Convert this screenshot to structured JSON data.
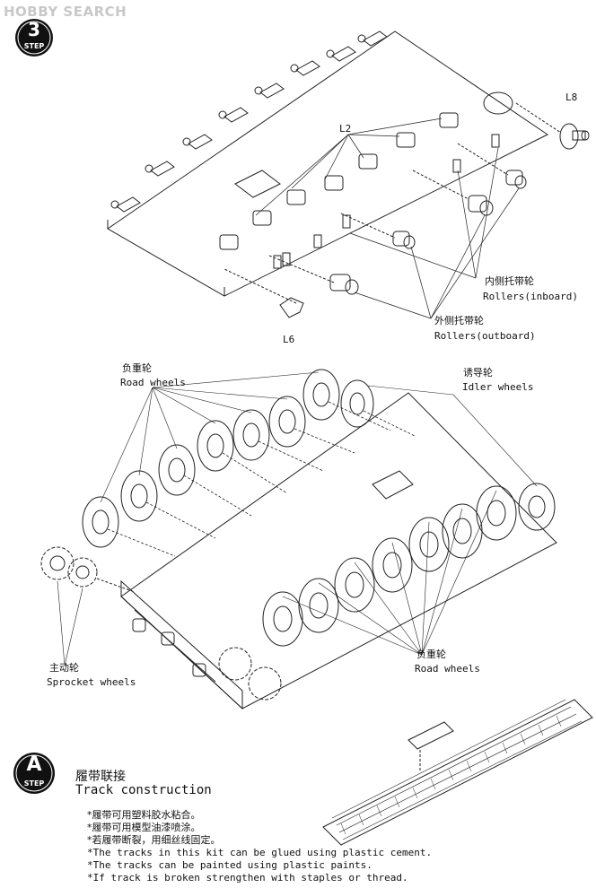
{
  "watermark": "HOBBY SEARCH",
  "step3": {
    "number": "3",
    "caption": "STEP"
  },
  "stepA": {
    "letter": "A",
    "caption": "STEP"
  },
  "parts": {
    "l8": "L8",
    "l2": "L2",
    "l6": "L6"
  },
  "labels": {
    "rollers_inboard_cn": "内侧托带轮",
    "rollers_inboard_en": "Rollers(inboard)",
    "rollers_outboard_cn": "外侧托带轮",
    "rollers_outboard_en": "Rollers(outboard)",
    "road_wheels_top_cn": "负重轮",
    "road_wheels_top_en": "Road  wheels",
    "idler_wheels_cn": "诱导轮",
    "idler_wheels_en": "Idler wheels",
    "road_wheels_bottom_cn": "负重轮",
    "road_wheels_bottom_en": "Road  wheels",
    "sprocket_wheels_cn": "主动轮",
    "sprocket_wheels_en": "Sprocket wheels"
  },
  "track": {
    "title_cn": "履带联接",
    "title_en": "Track construction",
    "notes": [
      "*履带可用塑料胶水粘合。",
      "*履带可用模型油漆喷涂。",
      "*若履带断裂，用细丝线固定。",
      "*The tracks in this kit can be glued using plastic cement.",
      "*The tracks can be painted using plastic paints.",
      "*If track is broken strengthen with staples or thread."
    ]
  }
}
